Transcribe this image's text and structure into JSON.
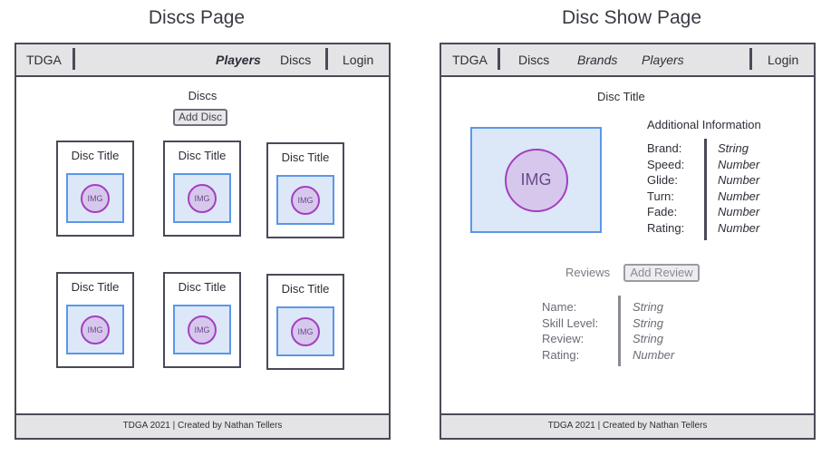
{
  "left": {
    "page_title": "Discs Page",
    "nav": {
      "brand": "TDGA",
      "players": "Players",
      "discs": "Discs",
      "login": "Login"
    },
    "heading": "Discs",
    "add_button": "Add Disc",
    "cards": [
      {
        "title": "Disc Title",
        "img": "IMG"
      },
      {
        "title": "Disc Title",
        "img": "IMG"
      },
      {
        "title": "Disc Title",
        "img": "IMG"
      },
      {
        "title": "Disc Title",
        "img": "IMG"
      },
      {
        "title": "Disc Title",
        "img": "IMG"
      },
      {
        "title": "Disc Title",
        "img": "IMG"
      }
    ],
    "footer": "TDGA 2021 | Created by Nathan Tellers"
  },
  "right": {
    "page_title": "Disc Show Page",
    "nav": {
      "brand": "TDGA",
      "discs": "Discs",
      "brands": "Brands",
      "players": "Players",
      "login": "Login"
    },
    "heading": "Disc Title",
    "img": "IMG",
    "info_heading": "Additional Information",
    "info_labels": [
      "Brand:",
      "Speed:",
      "Glide:",
      "Turn:",
      "Fade:",
      "Rating:"
    ],
    "info_values": [
      "String",
      "Number",
      "Number",
      "Number",
      "Number",
      "Number"
    ],
    "reviews_label": "Reviews",
    "add_review_button": "Add Review",
    "review_labels": [
      "Name:",
      "Skill Level:",
      "Review:",
      "Rating:"
    ],
    "review_values": [
      "String",
      "String",
      "String",
      "Number"
    ],
    "footer": "TDGA 2021 | Created by Nathan Tellers"
  }
}
